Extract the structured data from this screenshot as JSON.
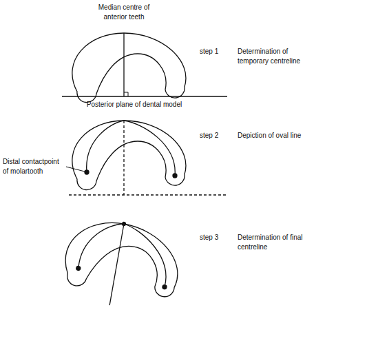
{
  "diagram": {
    "labels": [
      "Median centre of anterior teeth",
      "step 1",
      "Determination of temporary centreline",
      "Posterior plane of dental model",
      "step 2",
      "Depiction of oval line",
      "Distal contactpoint of molartooth",
      "step 3",
      "Determination of final centreline"
    ]
  }
}
